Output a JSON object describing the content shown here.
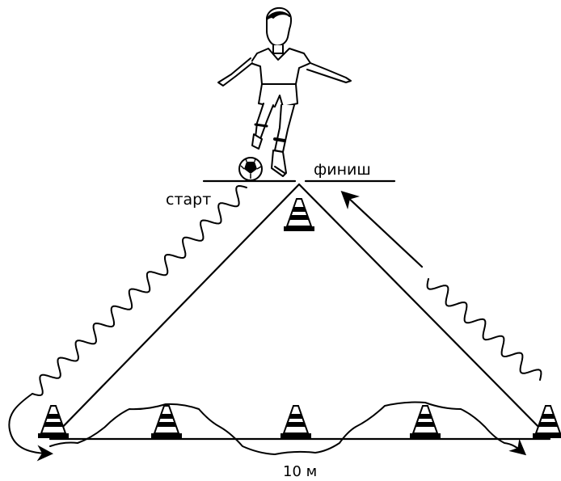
{
  "labels": {
    "start": "старт",
    "finish": "финиш",
    "distance": "10 м"
  },
  "icons": {
    "player": "football-player-icon",
    "ball": "soccer-ball-icon",
    "cone": "training-cone-icon",
    "arrow": "arrowhead-icon"
  },
  "colors": {
    "ink": "#000000",
    "background": "#ffffff"
  },
  "cones": [
    {
      "position": "apex"
    },
    {
      "position": "base-left"
    },
    {
      "position": "base-2"
    },
    {
      "position": "base-center"
    },
    {
      "position": "base-4"
    },
    {
      "position": "base-right"
    }
  ]
}
